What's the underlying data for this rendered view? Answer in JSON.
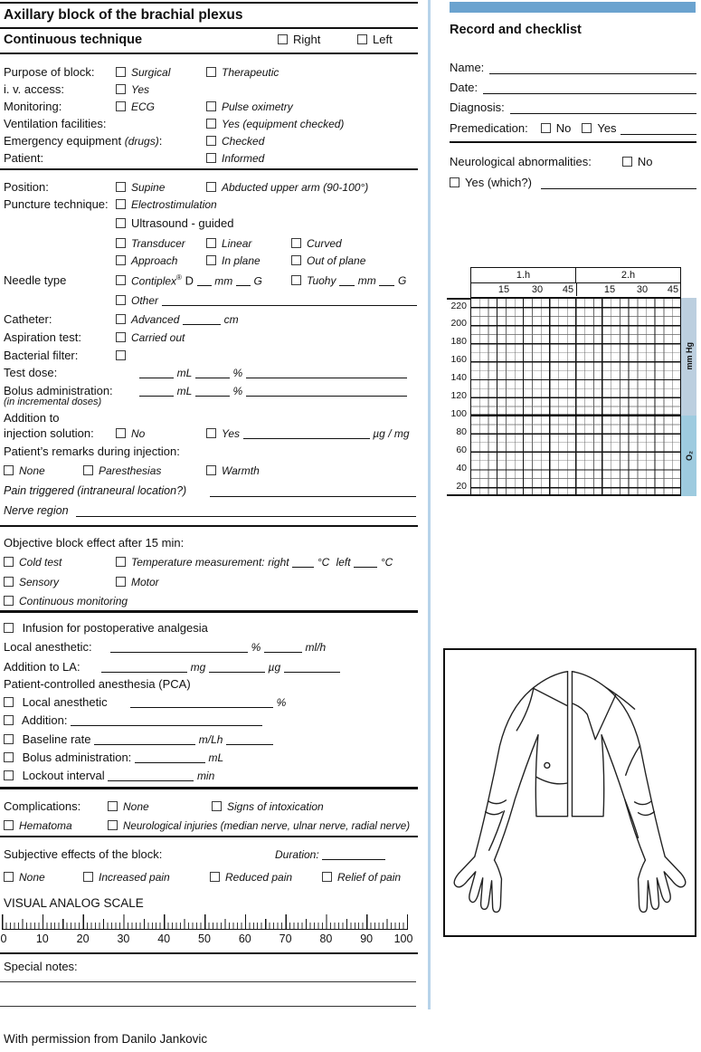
{
  "title": "Axillary block of the brachial plexus",
  "technique": {
    "label": "Continuous technique",
    "right": "Right",
    "left": "Left"
  },
  "w": {
    "yes": "Yes",
    "no": "No",
    "none": "None"
  },
  "u": {
    "mL": "mL",
    "pct": "%",
    "mm": "mm",
    "G": "G",
    "cm": "cm",
    "degC": "°C",
    "min": "min",
    "ug": "µg",
    "mg": "mg",
    "mlh": "ml/h",
    "mLh": "m/Lh",
    "ugmg": "µg / mg"
  },
  "prep": {
    "purpose": "Purpose of block:",
    "surgical": "Surgical",
    "therapeutic": "Therapeutic",
    "iv": "i. v. access:",
    "monitoring": "Monitoring:",
    "ecg": "ECG",
    "pulseox": "Pulse oximetry",
    "vent": "Ventilation facilities:",
    "vent_yes": "Yes (equipment checked)",
    "emergency": "Emergency equipment",
    "drugs": "(drugs)",
    "colon": ":",
    "checked": "Checked",
    "patient": "Patient:",
    "informed": "Informed"
  },
  "proc": {
    "position": "Position:",
    "supine": "Supine",
    "abducted": "Abducted upper arm (90-100°)",
    "puncture": "Puncture technique:",
    "electro": "Electrostimulation",
    "ultrasound": "Ultrasound - guided",
    "transducer": "Transducer",
    "linear": "Linear",
    "curved": "Curved",
    "approach": "Approach",
    "inplane": "In plane",
    "outplane": "Out of plane",
    "needle": "Needle type",
    "contiplex": "Contiplex",
    "reg": "®",
    "contiplex_d": "D",
    "tuohy": "Tuohy",
    "other": "Other",
    "catheter": "Catheter:",
    "advanced": "Advanced",
    "aspiration": "Aspiration test:",
    "carried": "Carried out",
    "bacterial": "Bacterial filter:",
    "testdose": "Test dose:",
    "bolus": "Bolus administration:",
    "incremental": "(in incremental doses)",
    "addition1": "Addition to",
    "addition2": "injection solution:",
    "remarks": "Patient’s remarks during injection:",
    "paresthesias": "Paresthesias",
    "warmth": "Warmth",
    "pain": "Pain triggered  (intraneural location?)",
    "nerve": "Nerve region"
  },
  "objective": {
    "label": "Objective block effect after 15 min:",
    "cold": "Cold test",
    "temp": "Temperature measurement:",
    "right": "right",
    "left": "left",
    "sensory": "Sensory",
    "motor": "Motor",
    "continuous": "Continuous monitoring"
  },
  "infusion": {
    "label": "Infusion for postoperative analgesia",
    "la": "Local anesthetic:",
    "add_la": "Addition to LA:",
    "pca": "Patient-controlled anesthesia (PCA)",
    "pca_la": "Local anesthetic",
    "pca_add": "Addition:",
    "baseline": "Baseline rate",
    "pca_bolus": "Bolus administration:",
    "lockout": "Lockout interval"
  },
  "compl": {
    "label": "Complications:",
    "intox": "Signs of intoxication",
    "hematoma": "Hematoma",
    "neuro": "Neurological injuries (median nerve, ulnar nerve, radial nerve)"
  },
  "subj": {
    "label": "Subjective effects of the block:",
    "duration": "Duration:",
    "increased": "Increased pain",
    "reduced": "Reduced pain",
    "relief": "Relief of pain"
  },
  "vas": {
    "title": "VISUAL ANALOG SCALE",
    "labels": [
      "0",
      "10",
      "20",
      "30",
      "40",
      "50",
      "60",
      "70",
      "80",
      "90",
      "100"
    ]
  },
  "notes": "Special notes:",
  "credit": "With permission from Danilo Jankovic",
  "record": {
    "title": "Record and checklist",
    "name": "Name:",
    "date": "Date:",
    "diagnosis": "Diagnosis:",
    "premed": "Premedication:",
    "neuro": "Neurological abnormalities:",
    "yeswhich": "Yes (which?)"
  },
  "chart_meta": {
    "h1": "1.h",
    "h2": "2.h",
    "q": [
      "15",
      "30",
      "45"
    ],
    "y": [
      "220",
      "200",
      "180",
      "160",
      "140",
      "120",
      "100",
      "80",
      "60",
      "40",
      "20"
    ],
    "mmhg": "mm Hg",
    "o2": "O₂"
  },
  "colors": {
    "bar_blue": "#6ba3cf",
    "divider_blue": "#b7d3ea",
    "band_mmhg": "#bccfdf",
    "band_o2": "#9ecbdf"
  }
}
